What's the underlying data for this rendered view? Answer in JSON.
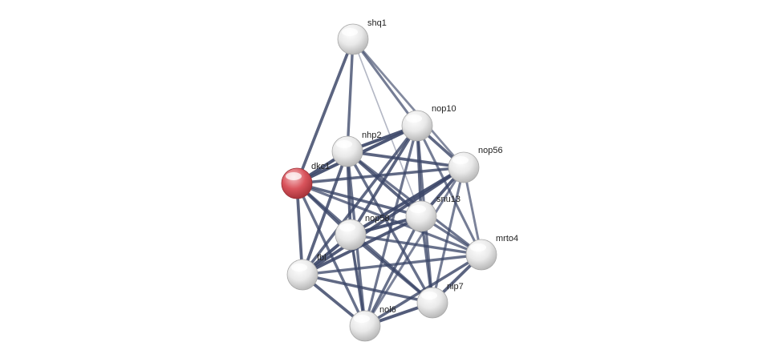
{
  "network": {
    "query_color": "#d9545c",
    "node_color": "#f2f2f2",
    "edge_color": "#3b4668",
    "nodes": [
      {
        "id": "shq1",
        "label": "shq1",
        "query": false
      },
      {
        "id": "nop10",
        "label": "nop10",
        "query": false
      },
      {
        "id": "nhp2",
        "label": "nhp2",
        "query": false
      },
      {
        "id": "nop56",
        "label": "nop56",
        "query": false
      },
      {
        "id": "dkc1",
        "label": "dkc1",
        "query": true
      },
      {
        "id": "snu13",
        "label": "snu13",
        "query": false
      },
      {
        "id": "nop58",
        "label": "nop58",
        "query": false
      },
      {
        "id": "mrto4",
        "label": "mrto4",
        "query": false
      },
      {
        "id": "fbl",
        "label": "fbl",
        "query": false
      },
      {
        "id": "nip7",
        "label": "nip7",
        "query": false
      },
      {
        "id": "nol6",
        "label": "nol6",
        "query": false
      }
    ],
    "edges": [
      {
        "source": "shq1",
        "target": "dkc1",
        "strength": 0.85
      },
      {
        "source": "shq1",
        "target": "nhp2",
        "strength": 0.75
      },
      {
        "source": "shq1",
        "target": "nop10",
        "strength": 0.65
      },
      {
        "source": "shq1",
        "target": "nop56",
        "strength": 0.55
      },
      {
        "source": "shq1",
        "target": "snu13",
        "strength": 0.2
      },
      {
        "source": "dkc1",
        "target": "nhp2",
        "strength": 0.95
      },
      {
        "source": "dkc1",
        "target": "nop10",
        "strength": 0.95
      },
      {
        "source": "dkc1",
        "target": "nop56",
        "strength": 0.8
      },
      {
        "source": "dkc1",
        "target": "snu13",
        "strength": 0.8
      },
      {
        "source": "dkc1",
        "target": "nop58",
        "strength": 0.85
      },
      {
        "source": "dkc1",
        "target": "fbl",
        "strength": 0.85
      },
      {
        "source": "dkc1",
        "target": "nol6",
        "strength": 0.75
      },
      {
        "source": "dkc1",
        "target": "nip7",
        "strength": 0.75
      },
      {
        "source": "dkc1",
        "target": "mrto4",
        "strength": 0.7
      },
      {
        "source": "nhp2",
        "target": "nop10",
        "strength": 0.95
      },
      {
        "source": "nhp2",
        "target": "nop56",
        "strength": 0.85
      },
      {
        "source": "nhp2",
        "target": "snu13",
        "strength": 0.85
      },
      {
        "source": "nhp2",
        "target": "nop58",
        "strength": 0.85
      },
      {
        "source": "nhp2",
        "target": "fbl",
        "strength": 0.85
      },
      {
        "source": "nhp2",
        "target": "nol6",
        "strength": 0.75
      },
      {
        "source": "nhp2",
        "target": "nip7",
        "strength": 0.75
      },
      {
        "source": "nhp2",
        "target": "mrto4",
        "strength": 0.7
      },
      {
        "source": "nop10",
        "target": "nop56",
        "strength": 0.8
      },
      {
        "source": "nop10",
        "target": "snu13",
        "strength": 0.8
      },
      {
        "source": "nop10",
        "target": "nop58",
        "strength": 0.85
      },
      {
        "source": "nop10",
        "target": "fbl",
        "strength": 0.8
      },
      {
        "source": "nop10",
        "target": "nol6",
        "strength": 0.7
      },
      {
        "source": "nop10",
        "target": "nip7",
        "strength": 0.7
      },
      {
        "source": "nop10",
        "target": "mrto4",
        "strength": 0.65
      },
      {
        "source": "nop56",
        "target": "snu13",
        "strength": 0.9
      },
      {
        "source": "nop56",
        "target": "nop58",
        "strength": 0.95
      },
      {
        "source": "nop56",
        "target": "fbl",
        "strength": 0.9
      },
      {
        "source": "nop56",
        "target": "mrto4",
        "strength": 0.6
      },
      {
        "source": "nop56",
        "target": "nip7",
        "strength": 0.65
      },
      {
        "source": "nop56",
        "target": "nol6",
        "strength": 0.6
      },
      {
        "source": "snu13",
        "target": "nop58",
        "strength": 0.95
      },
      {
        "source": "snu13",
        "target": "fbl",
        "strength": 0.9
      },
      {
        "source": "snu13",
        "target": "mrto4",
        "strength": 0.7
      },
      {
        "source": "snu13",
        "target": "nip7",
        "strength": 0.75
      },
      {
        "source": "snu13",
        "target": "nol6",
        "strength": 0.75
      },
      {
        "source": "nop58",
        "target": "fbl",
        "strength": 0.95
      },
      {
        "source": "nop58",
        "target": "mrto4",
        "strength": 0.75
      },
      {
        "source": "nop58",
        "target": "nip7",
        "strength": 0.8
      },
      {
        "source": "nop58",
        "target": "nol6",
        "strength": 0.8
      },
      {
        "source": "fbl",
        "target": "mrto4",
        "strength": 0.75
      },
      {
        "source": "fbl",
        "target": "nip7",
        "strength": 0.8
      },
      {
        "source": "fbl",
        "target": "nol6",
        "strength": 0.85
      },
      {
        "source": "mrto4",
        "target": "nip7",
        "strength": 0.85
      },
      {
        "source": "mrto4",
        "target": "nol6",
        "strength": 0.8
      },
      {
        "source": "nip7",
        "target": "nol6",
        "strength": 0.9
      },
      {
        "source": "nop58",
        "target": "nol6",
        "strength": 0.25
      }
    ]
  }
}
